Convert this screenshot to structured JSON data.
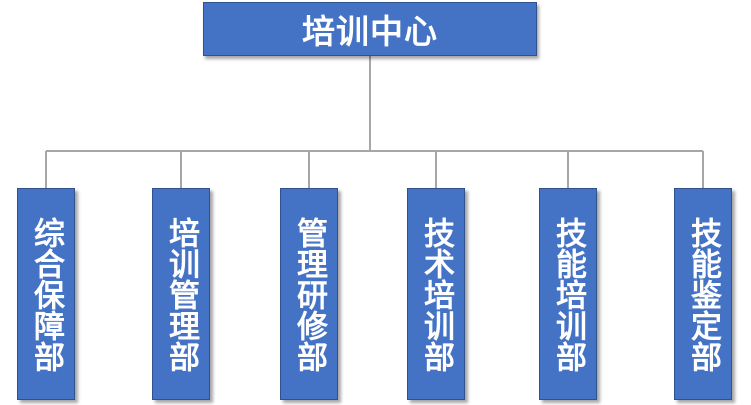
{
  "root": {
    "label": "培训中心"
  },
  "departments": [
    {
      "label": "综合保障部"
    },
    {
      "label": "培训管理部"
    },
    {
      "label": "管理研修部"
    },
    {
      "label": "技术培训部"
    },
    {
      "label": "技能培训部"
    },
    {
      "label": "技能鉴定部"
    }
  ],
  "colors": {
    "box_fill": "#4472c4",
    "box_border": "#2f528f",
    "connector": "#a6a6a6",
    "text": "#ffffff"
  }
}
